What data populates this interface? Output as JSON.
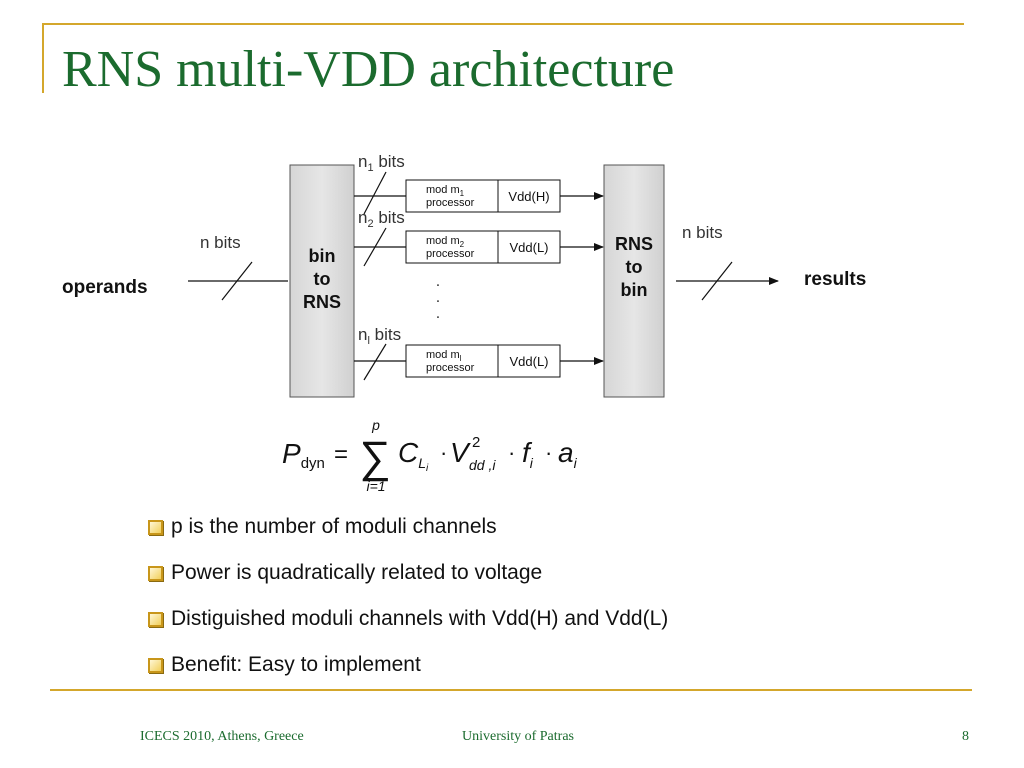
{
  "slide": {
    "title": "RNS multi-VDD architecture",
    "accent_color": "#1b6b2e",
    "frame_color": "#d4a72c"
  },
  "diagram": {
    "input_label": "operands",
    "output_label": "results",
    "input_bits": "n bits",
    "output_bits": "n bits",
    "left_block": [
      "bin",
      "to",
      "RNS"
    ],
    "right_block": [
      "RNS",
      "to",
      "bin"
    ],
    "channels": [
      {
        "bits": "n",
        "bits_sub": "1",
        "bits_suffix": " bits",
        "processor_line1": "mod m",
        "processor_sub": "1",
        "processor_line2": "processor",
        "vdd": "Vdd(H)"
      },
      {
        "bits": "n",
        "bits_sub": "2",
        "bits_suffix": " bits",
        "processor_line1": "mod m",
        "processor_sub": "2",
        "processor_line2": "processor",
        "vdd": "Vdd(L)"
      },
      {
        "bits": "n",
        "bits_sub": "l",
        "bits_suffix": " bits",
        "processor_line1": "mod m",
        "processor_sub": "l",
        "processor_line2": "processor",
        "vdd": "Vdd(L)"
      }
    ],
    "ellipsis": "."
  },
  "formula": {
    "P": "P",
    "P_sub": "dyn",
    "equals": "=",
    "sigma": "∑",
    "upper": "p",
    "lower": "i=1",
    "C": "C",
    "C_sub": "L",
    "C_sub_sub": "i",
    "dot": "·",
    "V": "V",
    "V_sup": "2",
    "V_sub": "dd ,i",
    "f": "f",
    "f_sub": "i",
    "a": "a",
    "a_sub": "i"
  },
  "bullets": [
    "p is the number of moduli channels",
    "Power is quadratically related to voltage",
    "Distiguished moduli channels with Vdd(H) and Vdd(L)",
    "Benefit: Easy to implement"
  ],
  "footer": {
    "left": "ICECS 2010, Athens, Greece",
    "center": "University of Patras",
    "page": "8"
  }
}
